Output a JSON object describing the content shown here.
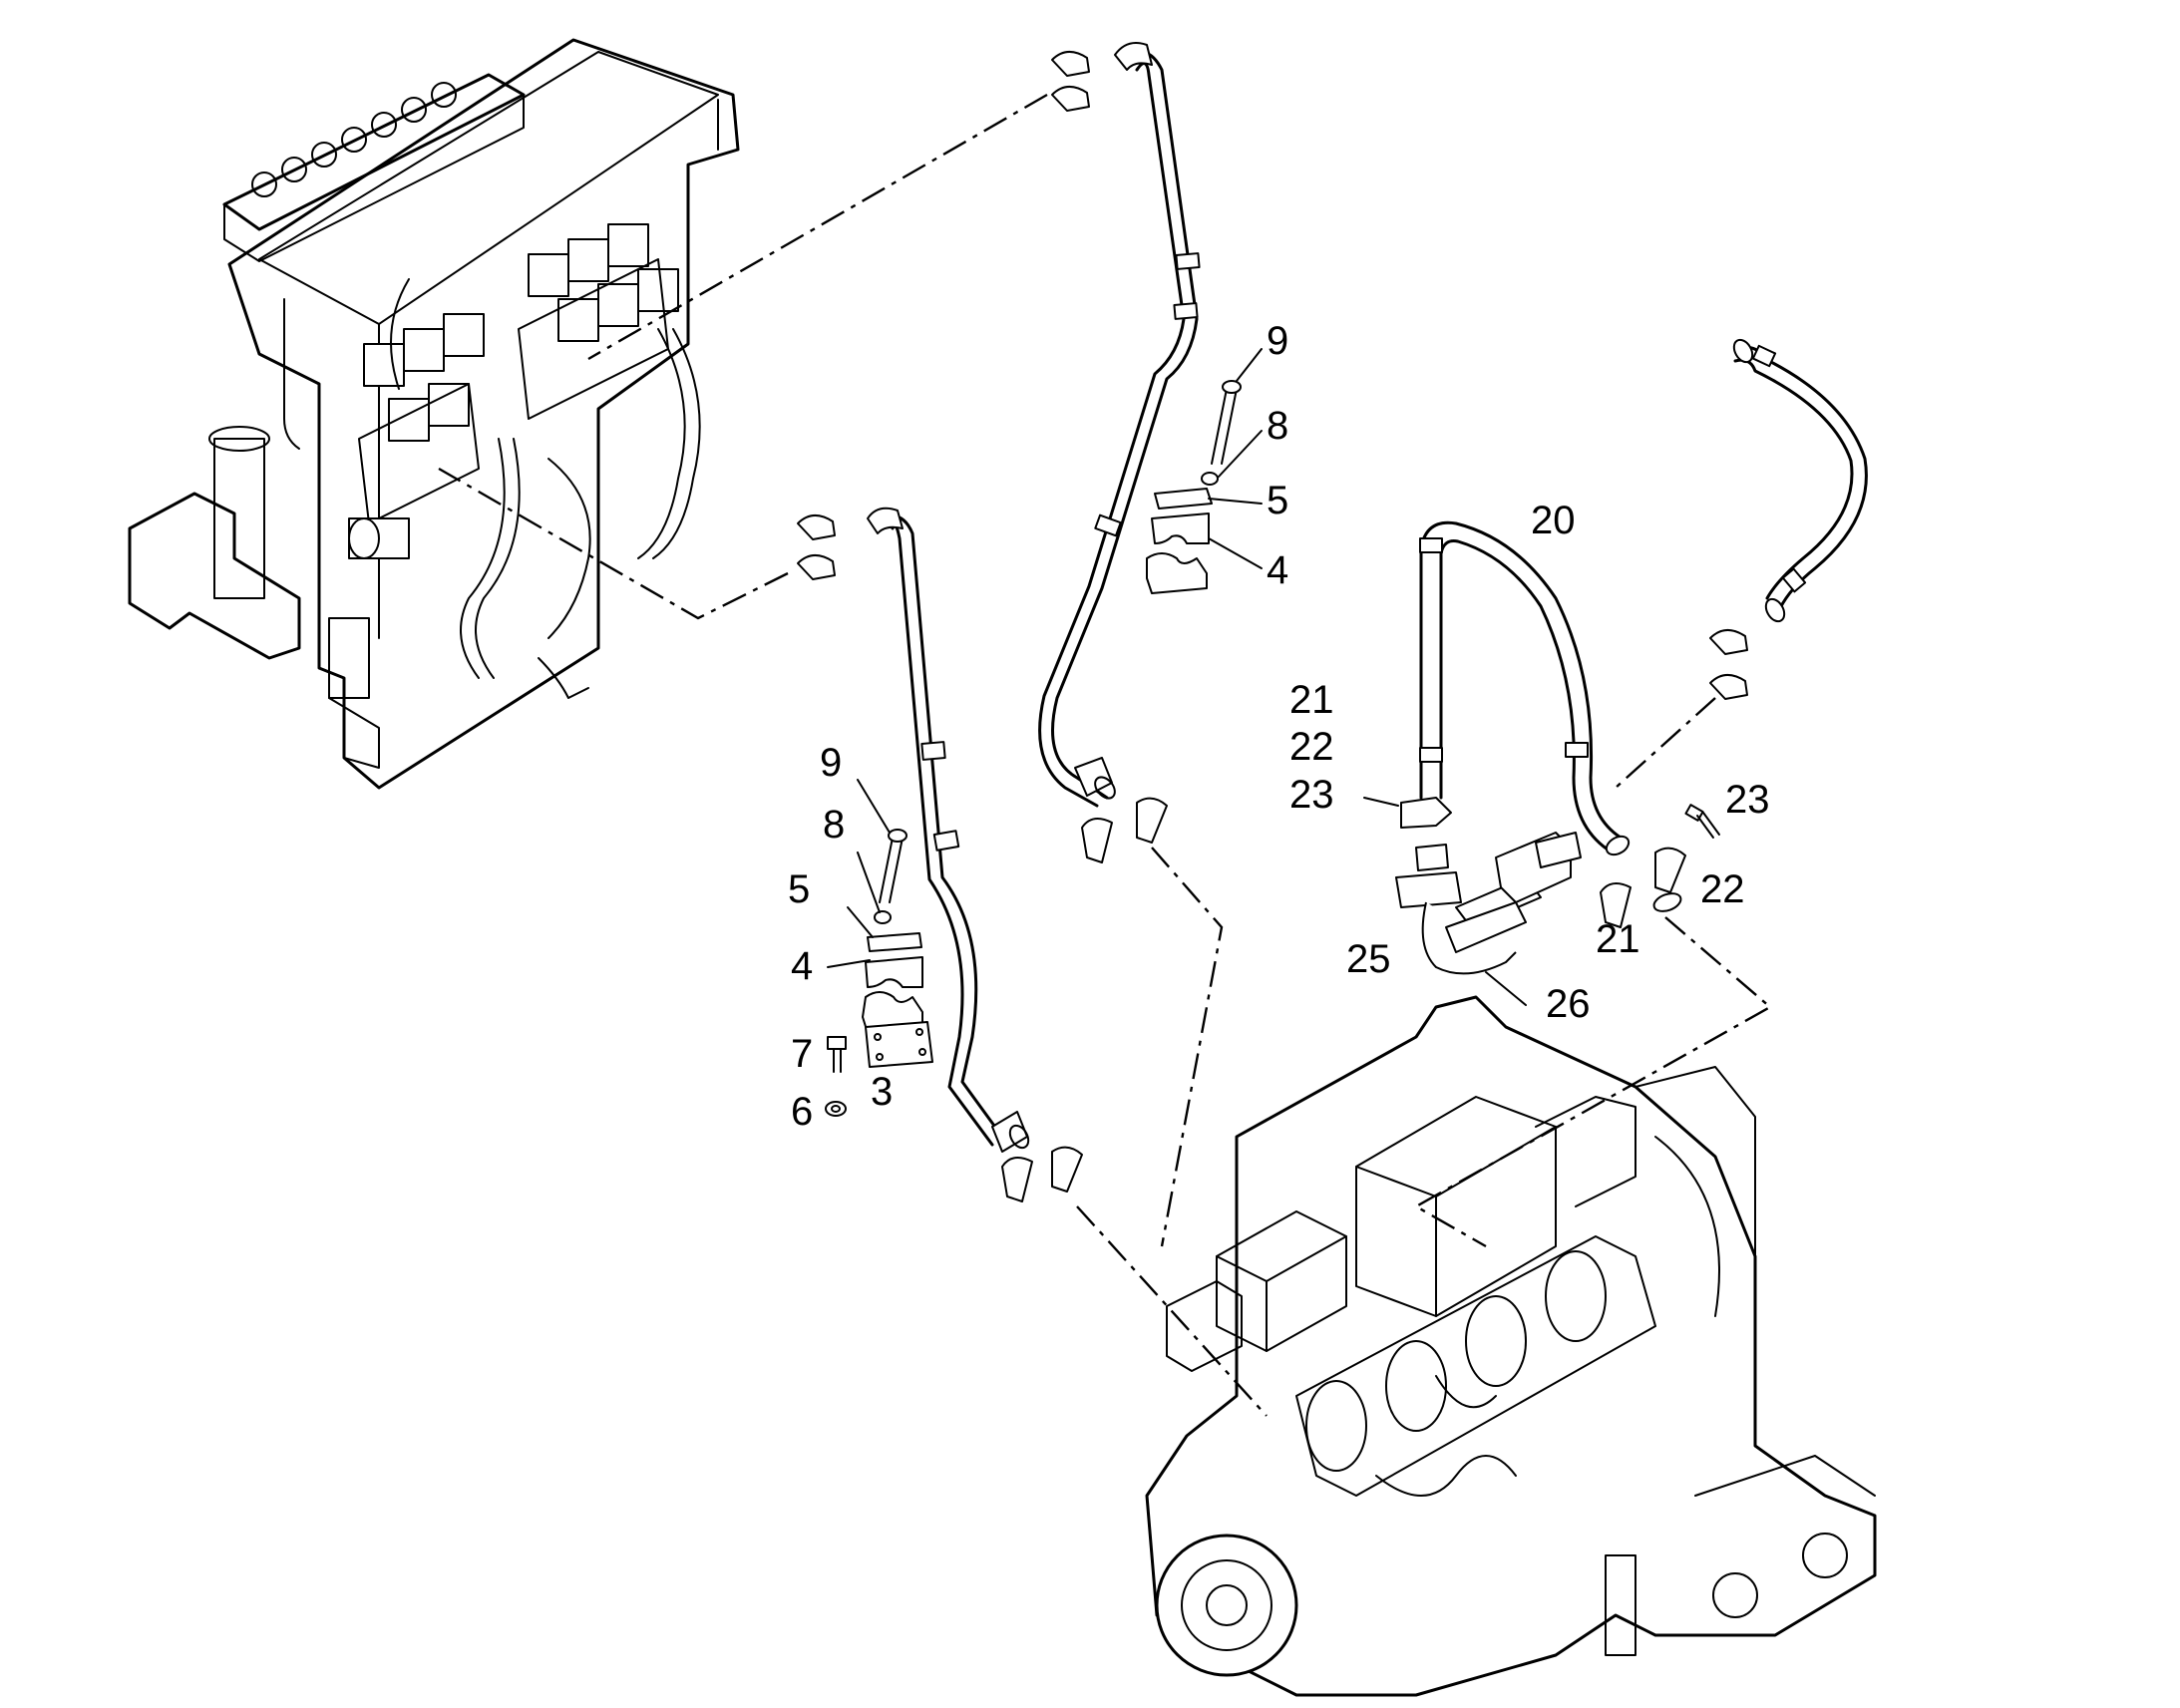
{
  "diagram": {
    "colors": {
      "line": "#000000",
      "background": "#ffffff"
    },
    "callouts": {
      "c9a": "9",
      "c8a": "8",
      "c5a": "5",
      "c4a": "4",
      "c9b": "9",
      "c8b": "8",
      "c5b": "5",
      "c4b": "4",
      "c7": "7",
      "c3": "3",
      "c6": "6",
      "c20": "20",
      "c21a": "21",
      "c22a": "22",
      "c23a": "23",
      "c25": "25",
      "c26": "26",
      "c23b": "23",
      "c22b": "22",
      "c21b": "21"
    }
  }
}
